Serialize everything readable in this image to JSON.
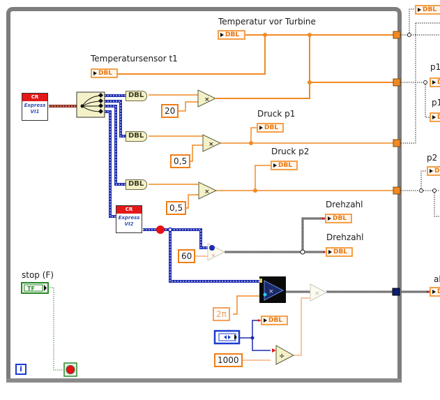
{
  "diagram": {
    "type": "LabVIEW block diagram (while loop)",
    "labels": {
      "temp_vor_turbine": "Temperatur vor Turbine",
      "temp_sensor_t1": "Temperatursensor t1",
      "druck_p1": "Druck p1",
      "druck_p2": "Druck p2",
      "drehzahl_1": "Drehzahl",
      "drehzahl_2": "Drehzahl",
      "stop": "stop (F)",
      "p1_a": "p1",
      "p1_b": "p1",
      "p2": "p2",
      "al": "al"
    },
    "indicator_type": "DBL",
    "bool_type": "TF",
    "express_vis": [
      {
        "header": "CR",
        "line1": "Express",
        "line2": "VI1"
      },
      {
        "header": "CR",
        "line1": "Express",
        "line2": "VI2"
      }
    ],
    "constants": {
      "c20": "20",
      "c05a": "0,5",
      "c05b": "0,5",
      "c60": "60",
      "c2pi": "2π",
      "c1000": "1000"
    },
    "operators": {
      "multiply": "×",
      "divide": "÷"
    },
    "loop_iteration_symbol": "i",
    "colors": {
      "orange_wire": "#f08a24",
      "blue_wire": "#1c2ab0",
      "loop_border": "#7d7d7d",
      "green_bool": "#2a8a2a",
      "red_stop": "#e81010"
    }
  }
}
